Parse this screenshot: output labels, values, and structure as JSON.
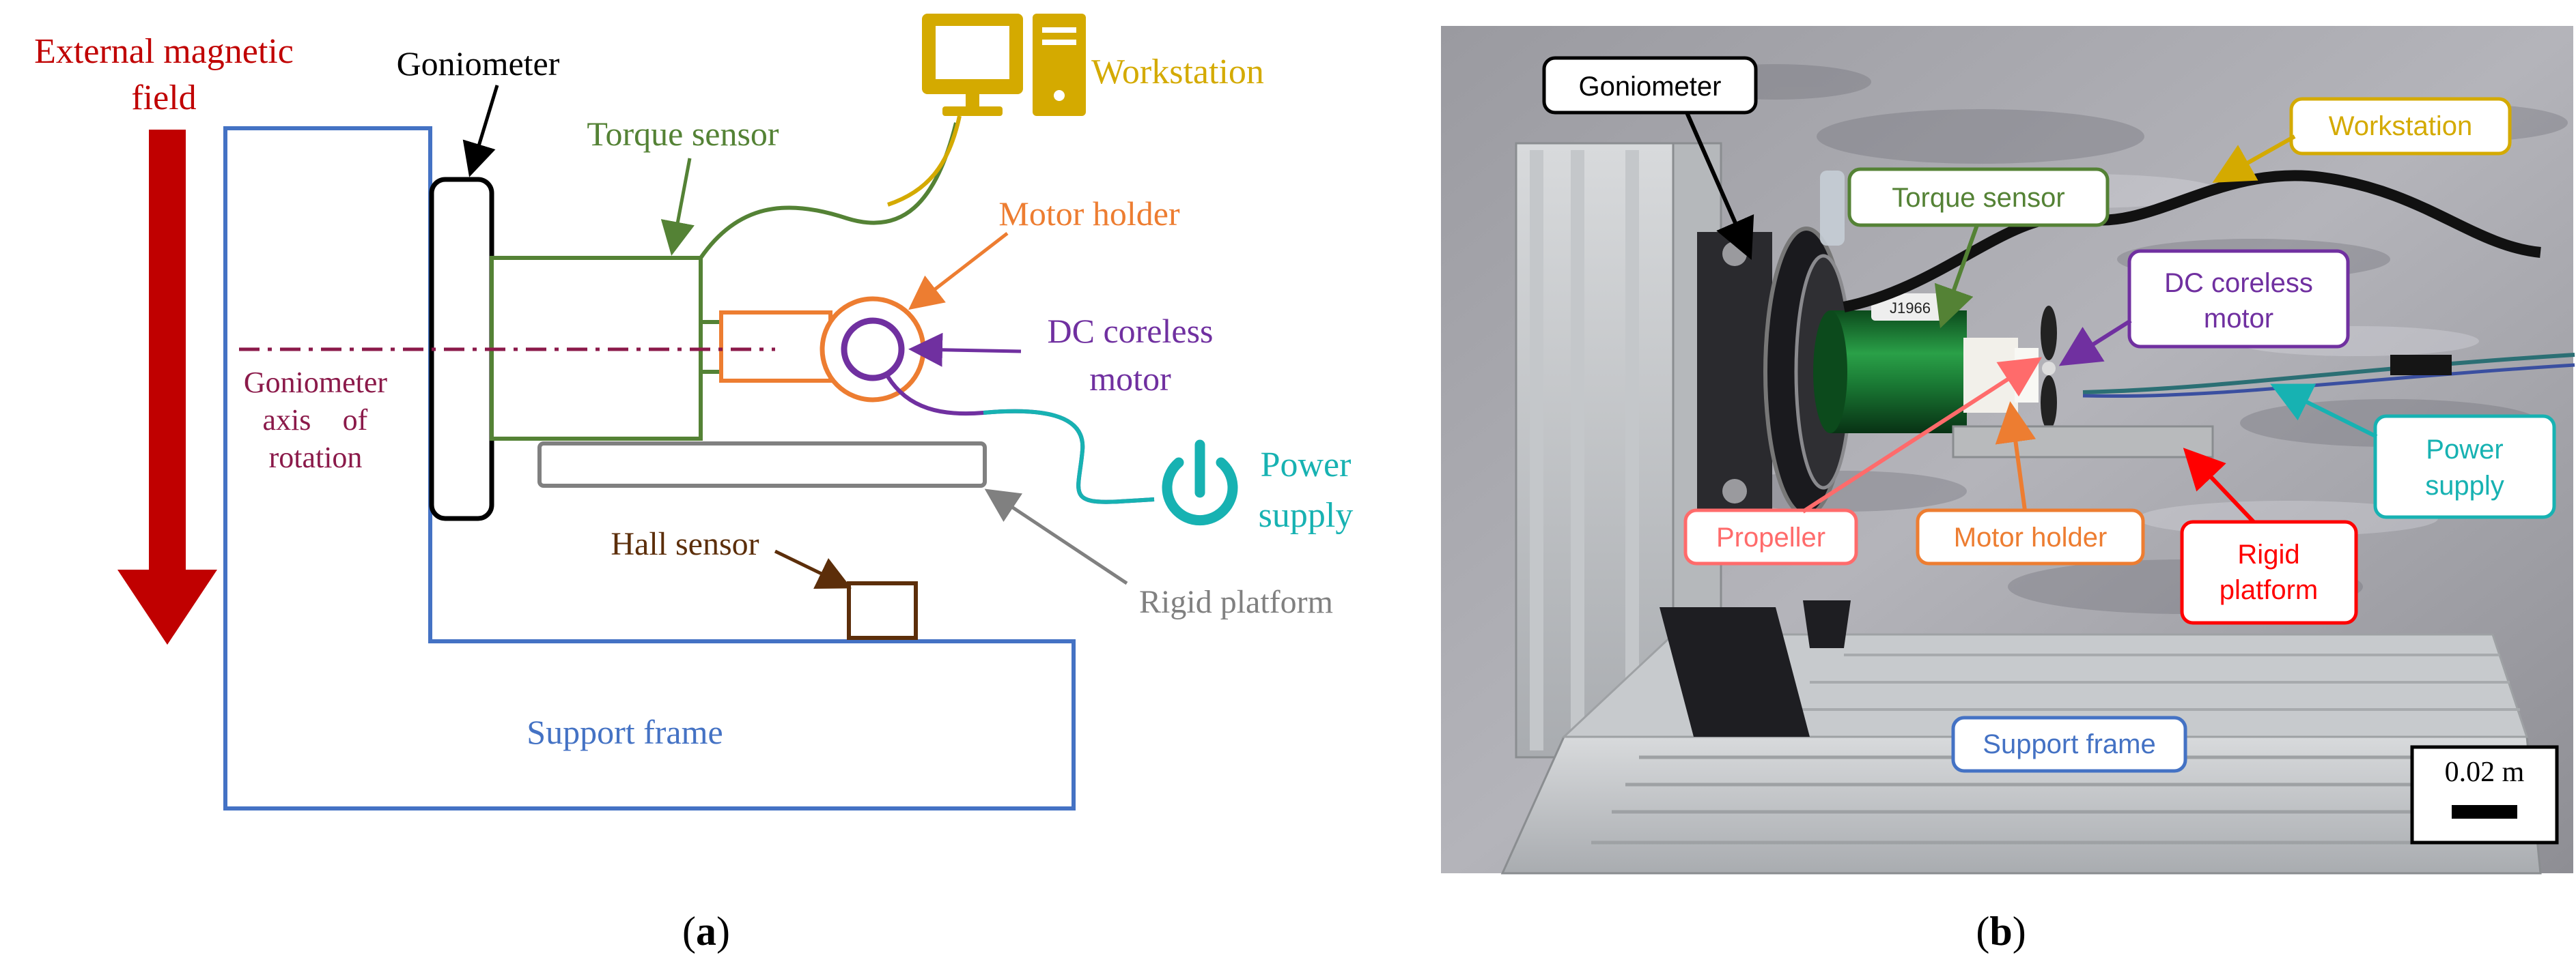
{
  "panel_a": {
    "external_field": {
      "line1": "External magnetic",
      "line2": "field"
    },
    "goniometer": "Goniometer",
    "torque_sensor": "Torque sensor",
    "workstation": "Workstation",
    "motor_holder": "Motor holder",
    "dc_motor": {
      "line1": "DC coreless",
      "line2": "motor"
    },
    "axis": {
      "line1": "Goniometer",
      "line2": "axis",
      "line3": "of",
      "line4": "rotation"
    },
    "power_supply": {
      "line1": "Power",
      "line2": "supply"
    },
    "hall_sensor": "Hall sensor",
    "rigid_platform": "Rigid platform",
    "support_frame": "Support frame",
    "caption": "a"
  },
  "panel_b": {
    "goniometer": "Goniometer",
    "workstation": "Workstation",
    "torque_sensor": "Torque sensor",
    "dc_motor": {
      "line1": "DC coreless",
      "line2": "motor"
    },
    "power_supply": {
      "line1": "Power",
      "line2": "supply"
    },
    "propeller": "Propeller",
    "motor_holder": "Motor holder",
    "rigid_platform": {
      "line1": "Rigid",
      "line2": "platform"
    },
    "support_frame": "Support frame",
    "sensor_tag": "J1966",
    "scale_bar": "0.02 m",
    "caption": "b"
  },
  "colors": {
    "field_red": "#c00000",
    "goniometer_black": "#000000",
    "torque_green": "#548235",
    "workstation_gold": "#d4aa00",
    "holder_orange": "#ed7d31",
    "motor_purple": "#7030a0",
    "axis_maroon": "#8b1a4a",
    "power_teal": "#17b2b2",
    "hall_brown": "#5c2e0a",
    "platform_gray": "#808080",
    "frame_blue": "#4472c4",
    "propeller_pink": "#ff6b6b",
    "platform_red": "#ff0000"
  },
  "icons": [
    "monitor-icon",
    "pc-tower-icon",
    "power-icon"
  ]
}
